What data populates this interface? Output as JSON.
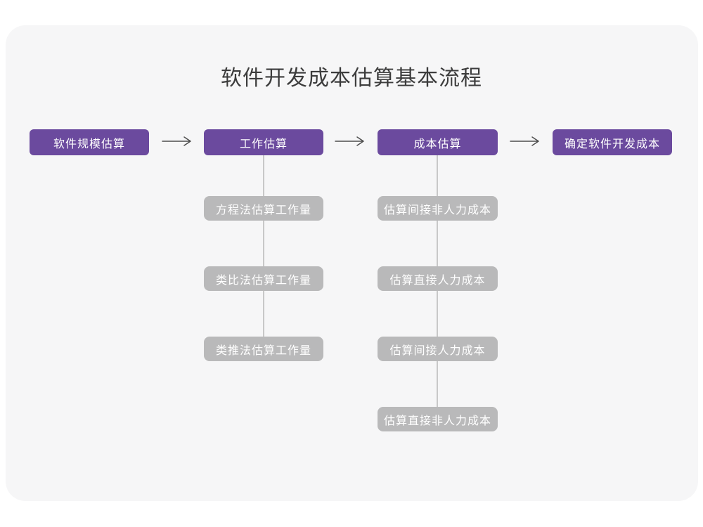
{
  "title": "软件开发成本估算基本流程",
  "colors": {
    "card_background": "#f6f6f7",
    "primary_purple": "#6b4a9e",
    "sub_node_gray": "#b9b9ba",
    "connector_line": "#c8c8c8",
    "arrow": "#4d4d4d",
    "title_text": "#3c3c3c",
    "node_text": "#ffffff"
  },
  "flow": {
    "main_steps": [
      {
        "label": "软件规模估算"
      },
      {
        "label": "工作估算"
      },
      {
        "label": "成本估算"
      },
      {
        "label": "确定软件开发成本"
      }
    ],
    "work_estimation_methods": [
      "方程法估算工作量",
      "类比法估算工作量",
      "类推法估算工作量"
    ],
    "cost_estimation_steps": [
      "估算间接非人力成本",
      "估算直接人力成本",
      "估算间接人力成本",
      "估算直接非人力成本"
    ]
  }
}
